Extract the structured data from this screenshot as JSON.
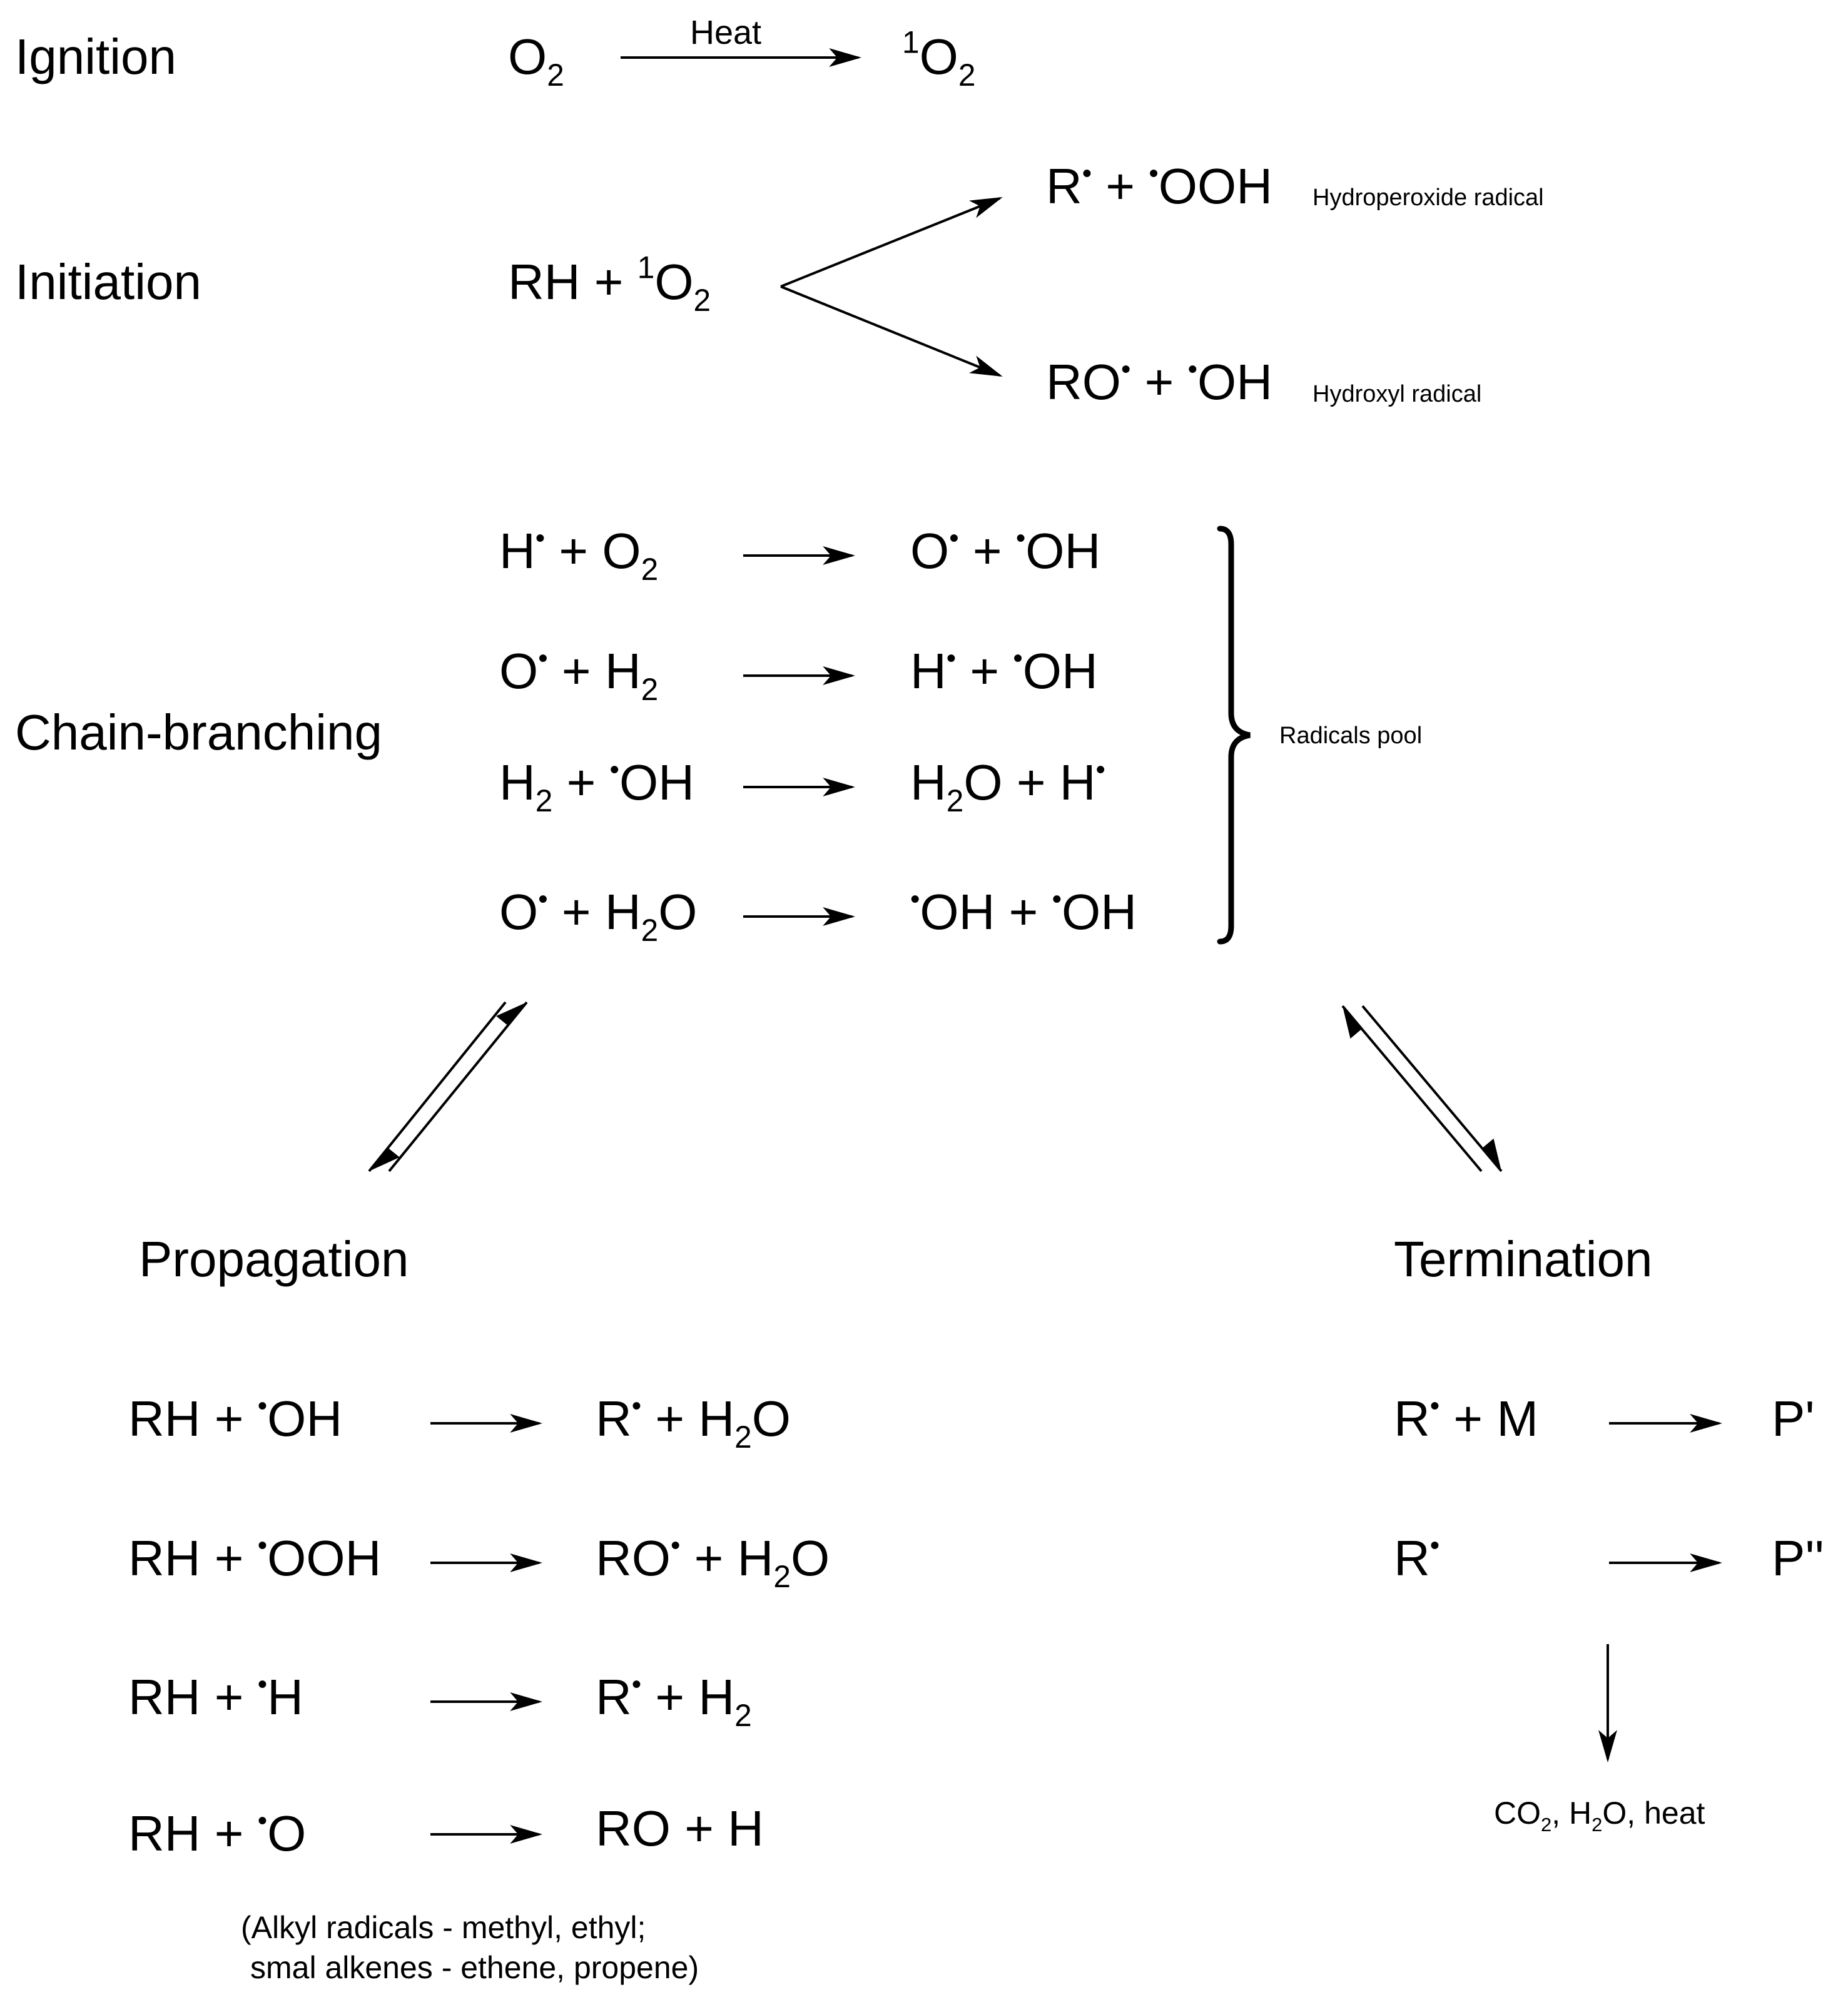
{
  "stages": {
    "ignition": "Ignition",
    "initiation": "Initiation",
    "chain_branching": "Chain-branching",
    "propagation": "Propagation",
    "termination": "Termination"
  },
  "ignition": {
    "reactant": "O2",
    "condition": "Heat",
    "product": "1O2"
  },
  "initiation": {
    "reactants": "RH + 1O2",
    "product_a": "R• + •OOH",
    "product_a_note": "Hydroperoxide radical",
    "product_b": "RO• + •OH",
    "product_b_note": "Hydroxyl radical"
  },
  "chain_branching": {
    "reactions": [
      {
        "reactants": "H• + O2",
        "products": "O• + •OH"
      },
      {
        "reactants": "O• + H2",
        "products": "H• + •OH"
      },
      {
        "reactants": "H2 + •OH",
        "products": "H2O + H•"
      },
      {
        "reactants": "O• + H2O",
        "products": "•OH + •OH"
      }
    ],
    "brace_label": "Radicals pool"
  },
  "propagation": {
    "reactions": [
      {
        "reactants": "RH + •OH",
        "products": "R• + H2O"
      },
      {
        "reactants": "RH + •OOH",
        "products": "RO• + H2O"
      },
      {
        "reactants": "RH + •H",
        "products": "R• + H2"
      },
      {
        "reactants": "RH + •O",
        "products": "RO + H"
      }
    ],
    "note_line1": "(Alkyl radicals - methyl, ethyl;",
    "note_line2": "smal alkenes - ethene, propene)"
  },
  "termination": {
    "reactions": [
      {
        "reactants": "R• + M",
        "products": "P'"
      },
      {
        "reactants": "R•",
        "products": "P''"
      }
    ],
    "final_products": "CO2, H2O, heat"
  }
}
